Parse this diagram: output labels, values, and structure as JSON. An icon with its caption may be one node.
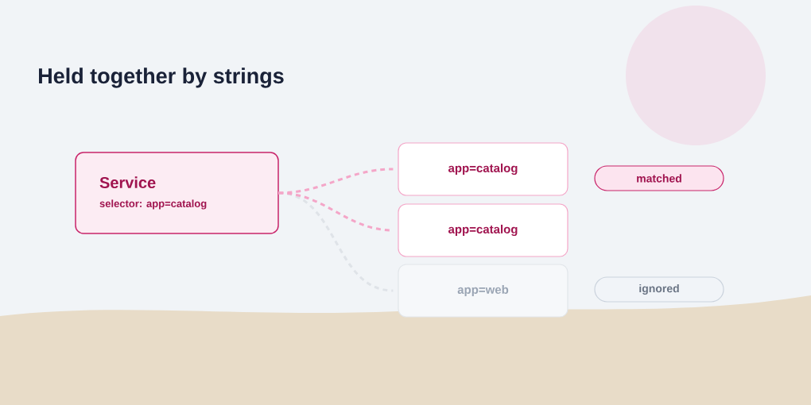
{
  "diagram": {
    "title": "Held together by strings",
    "nodes": [
      {
        "text": [
          "Service",
          "selector: app=catalog"
        ]
      },
      {
        "text": [
          "app=catalog"
        ]
      },
      {
        "text": [
          "app=catalog"
        ]
      },
      {
        "text": [
          "app=web"
        ]
      },
      {
        "text": [
          "matched"
        ]
      },
      {
        "text": [
          "ignored"
        ]
      }
    ],
    "edges": [
      {
        "from": 0,
        "to": 1,
        "arrow": "none",
        "style": "dashed"
      },
      {
        "from": 0,
        "to": 2,
        "arrow": "none",
        "style": "dashed"
      },
      {
        "from": 0,
        "to": 3,
        "arrow": "none",
        "style": "dashed",
        "color": "#dfe3e8"
      }
    ]
  }
}
